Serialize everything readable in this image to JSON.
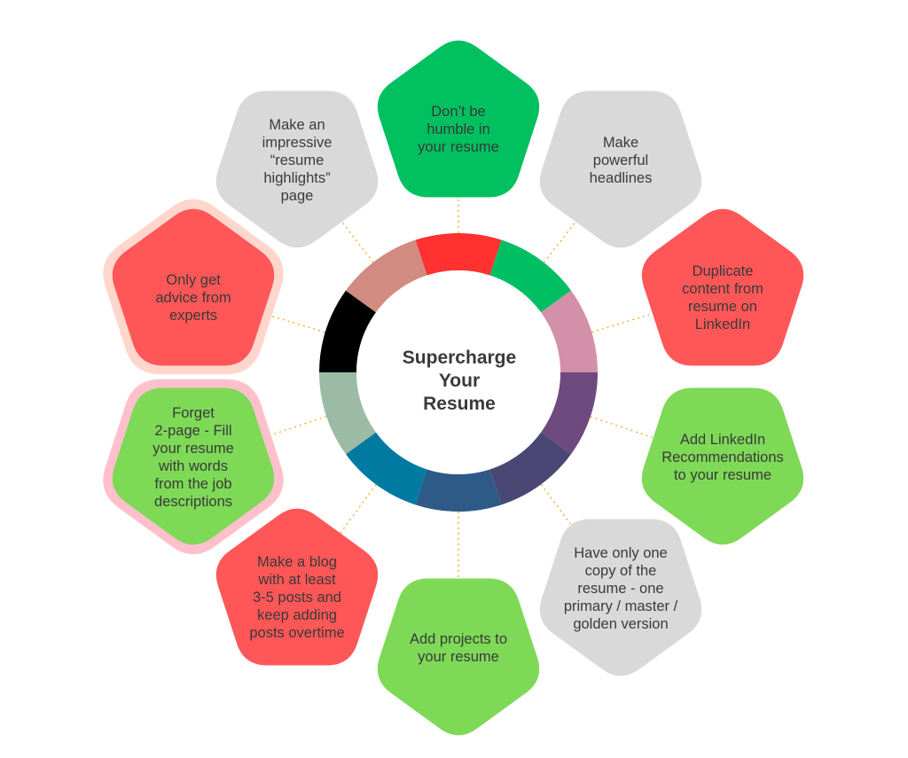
{
  "title": "Supercharge\nYour\nResume",
  "colors": {
    "green": "#00c060",
    "light_green": "#7ed957",
    "red": "#ff5757",
    "gray": "#d9d9d9",
    "pink_halo": "#ffc0cb",
    "peach_halo": "#ffd6cc",
    "connector": "#f5a623",
    "text": "#3a3a3a"
  },
  "tips": [
    {
      "text": "Don’t be\nhumble in\nyour resume",
      "color": "#00c060",
      "segment_color": "#ff3131"
    },
    {
      "text": "Make\npowerful\nheadlines",
      "color": "#d9d9d9",
      "segment_color": "#00bf63"
    },
    {
      "text": "Duplicate\ncontent from\nresume on\nLinkedIn",
      "color": "#ff5757",
      "segment_color": "#d291a8"
    },
    {
      "text": "Add LinkedIn\nRecommendations\nto your resume",
      "color": "#7ed957",
      "segment_color": "#6e4a7e"
    },
    {
      "text": "Have only one\ncopy of the\nresume - one\nprimary / master /\ngolden version",
      "color": "#d9d9d9",
      "segment_color": "#4a4775"
    },
    {
      "text": "Add projects to\nyour resume",
      "color": "#7ed957",
      "segment_color": "#2e5a87"
    },
    {
      "text": "Make a blog\nwith at least\n3-5 posts and\nkeep adding\nposts overtime",
      "color": "#ff5757",
      "segment_color": "#007aa0"
    },
    {
      "text": "Forget\n2-page - Fill\nyour resume\nwith words\nfrom the job\ndescriptions",
      "color": "#7ed957",
      "segment_color": "#9bbba5"
    },
    {
      "text": "Only get\nadvice from\nexperts",
      "color": "#ff5757",
      "segment_color": "#000000"
    },
    {
      "text": "Make an\nimpressive\n“resume\nhighlights”\npage",
      "color": "#d9d9d9",
      "segment_color": "#d28b80"
    }
  ]
}
